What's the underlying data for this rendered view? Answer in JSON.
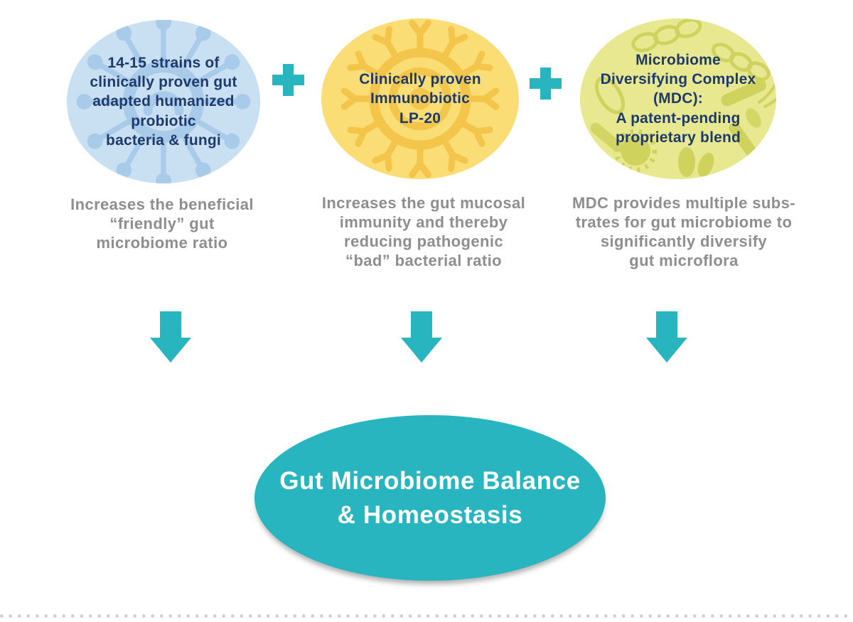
{
  "colors": {
    "background": "#FFFFFF",
    "teal": "#29B5C0",
    "navy_text": "#1E3A6D",
    "gray_text": "#8E8E90",
    "circle1_bg": "#C9DFF2",
    "circle1_icon": "#A9CBEA",
    "circle2_bg": "#FBDD76",
    "circle2_icon": "#F3C64B",
    "circle3_bg": "#E7E88F",
    "circle3_icon": "#CFD35E",
    "dot": "#CFCFCF"
  },
  "ingredients": [
    {
      "icon": "probiotic-bacteria-icon",
      "bubble_text": "14-15 strains of\nclinically proven gut\nadapted humanized\nprobiotic\nbacteria & fungi",
      "description": "Increases the beneficial\n“friendly” gut\nmicrobiome ratio"
    },
    {
      "icon": "immunobiotic-virus-icon",
      "bubble_text": "Clinically proven\nImmunobiotic\nLP-20",
      "description": "Increases the gut mucosal\nimmunity and  thereby\nreducing pathogenic\n“bad” bacterial ratio"
    },
    {
      "icon": "diverse-bacteria-icon",
      "bubble_text": "Microbiome\nDiversifying Complex\n(MDC):\nA patent-pending\nproprietary blend",
      "description": "MDC provides multiple subs-\ntrates for gut microbiome to\nsignificantly diversify\ngut microflora"
    }
  ],
  "operators": {
    "plus": "+",
    "arrow": "down-arrow"
  },
  "outcome": {
    "title": "Gut Microbiome Balance\n& Homeostasis"
  }
}
